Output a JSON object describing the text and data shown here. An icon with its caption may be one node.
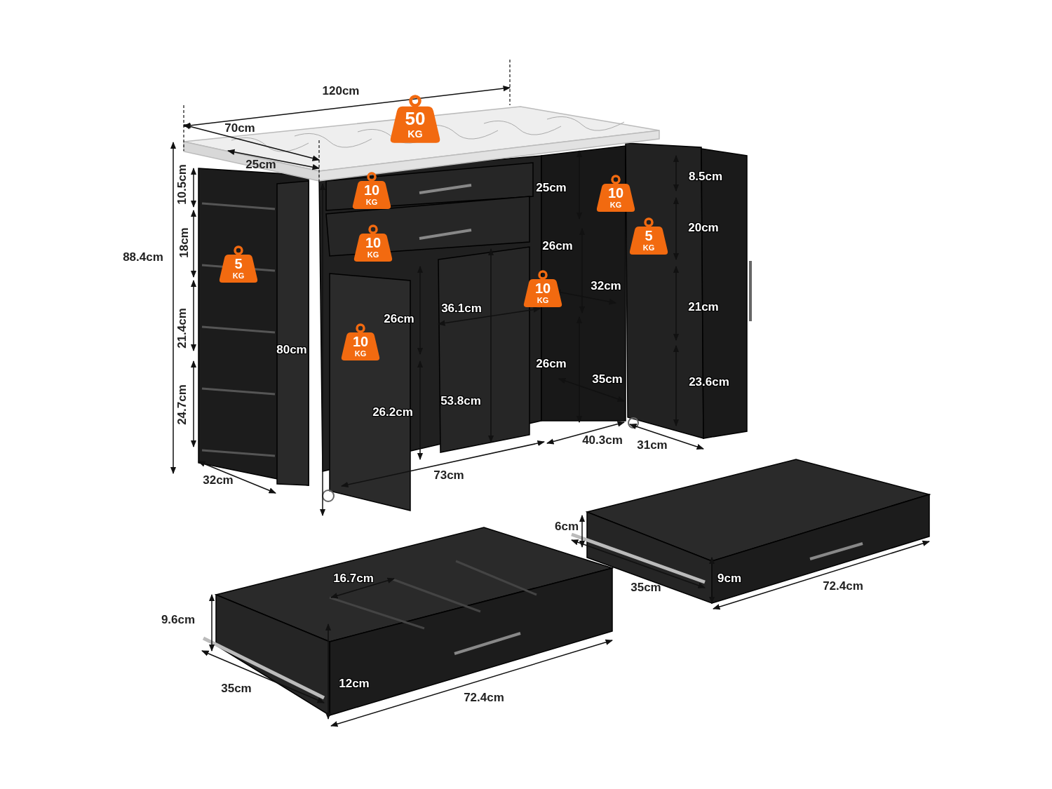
{
  "diagram": {
    "nodes": [
      {
        "text": [
          "50",
          "KG"
        ]
      },
      {
        "text": [
          "10",
          "KG"
        ]
      },
      {
        "text": [
          "10",
          "KG"
        ]
      },
      {
        "text": [
          "5",
          "KG"
        ]
      },
      {
        "text": [
          "10",
          "KG"
        ]
      },
      {
        "text": [
          "5",
          "KG"
        ]
      },
      {
        "text": [
          "10",
          "KG"
        ]
      },
      {
        "text": [
          "10",
          "KG"
        ]
      }
    ],
    "labels": [
      "120cm",
      "70cm",
      "25cm",
      "10.5cm",
      "25cm",
      "8.5cm",
      "18cm",
      "20cm",
      "88.4cm",
      "26cm",
      "32cm",
      "36.1cm",
      "21.4cm",
      "26cm",
      "21cm",
      "80cm",
      "26cm",
      "35cm",
      "23.6cm",
      "24.7cm",
      "53.8cm",
      "26.2cm",
      "40.3cm",
      "31cm",
      "73cm",
      "32cm",
      "6cm",
      "16.7cm",
      "9cm",
      "35cm",
      "72.4cm",
      "9.6cm",
      "12cm",
      "35cm",
      "72.4cm"
    ]
  }
}
